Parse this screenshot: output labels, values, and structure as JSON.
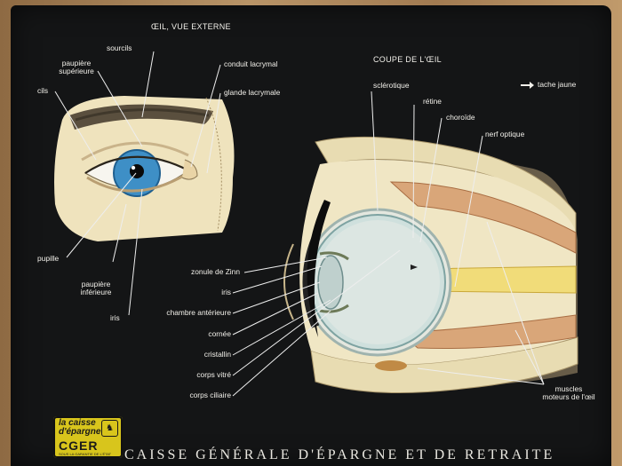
{
  "titles": {
    "external": "ŒIL, VUE EXTERNE",
    "section": "COUPE DE L'ŒIL"
  },
  "external_labels": {
    "sourcils": "sourcils",
    "paupiere_sup_1": "paupière",
    "paupiere_sup_2": "supérieure",
    "cils": "cils",
    "conduit": "conduit lacrymal",
    "glande": "glande lacrymale",
    "pupille": "pupille",
    "paupiere_inf_1": "paupière",
    "paupiere_inf_2": "inférieure",
    "iris": "iris"
  },
  "section_labels": {
    "sclerotique": "sclérotique",
    "retine": "rétine",
    "choroide": "choroïde",
    "nerf": "nerf optique",
    "tache": "tache jaune",
    "zonule": "zonule de Zinn",
    "iris": "iris",
    "chambre": "chambre antérieure",
    "cornee": "cornée",
    "cristallin": "cristallin",
    "corps_vitre": "corps vitré",
    "corps_ciliaire": "corps ciliaire",
    "muscles_1": "muscles",
    "muscles_2": "moteurs de l'œil"
  },
  "logo": {
    "line1": "la caisse",
    "line2": "d'épargne",
    "line3": "CGER",
    "line4": "SOUS LA GARANTIE DE L'ÉTAT",
    "emblem": "♞"
  },
  "footer": "CAISSE GÉNÉRALE D'ÉPARGNE ET DE RETRAITE",
  "colors": {
    "board": "#141516",
    "iris": "#3e8fc6",
    "skin": "#efe3bd",
    "muscle": "#d9a679",
    "nerve": "#f1dc79",
    "vitreous": "#cfe0dd"
  }
}
